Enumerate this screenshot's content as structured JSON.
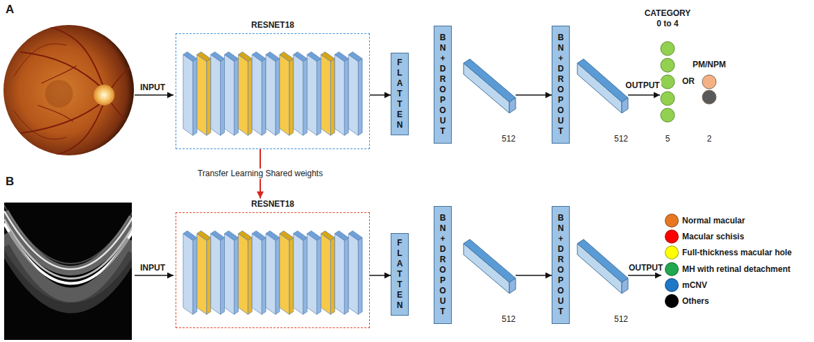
{
  "diagram": {
    "nodes": [
      {
        "text": [
          "RESNET18"
        ]
      },
      {
        "text": [
          "FLATTEN"
        ]
      },
      {
        "text": [
          "BN+DROPOUT"
        ]
      },
      {
        "text": [
          "512"
        ]
      },
      {
        "text": [
          "BN+DROPOUT"
        ]
      },
      {
        "text": [
          "512"
        ]
      },
      {
        "text": [
          "CATEGORY 0 to 4",
          "5"
        ]
      },
      {
        "text": [
          "PM/NPM",
          "2"
        ]
      },
      {
        "text": [
          "RESNET18"
        ]
      },
      {
        "text": [
          "FLATTEN"
        ]
      },
      {
        "text": [
          "BN+DROPOUT"
        ]
      },
      {
        "text": [
          "512"
        ]
      },
      {
        "text": [
          "BN+DROPOUT"
        ]
      },
      {
        "text": [
          "512"
        ]
      }
    ],
    "edges": [
      {
        "from": 0,
        "to": 1,
        "arrow": "to"
      },
      {
        "from": 3,
        "to": 4,
        "arrow": "to"
      },
      {
        "from": 5,
        "to": 6,
        "label": "OUTPUT",
        "arrow": "to"
      },
      {
        "from": 0,
        "to": 8,
        "label": "Transfer Learning Shared weights",
        "arrow": "to"
      },
      {
        "from": 8,
        "to": 9,
        "arrow": "to"
      },
      {
        "from": 11,
        "to": 12,
        "arrow": "to"
      }
    ],
    "labels": [
      "A",
      "INPUT",
      "OR",
      "B",
      "INPUT",
      "OUTPUT"
    ],
    "legend": [
      {
        "text": "Normal macular",
        "color": "#e87722"
      },
      {
        "text": "Macular schisis",
        "color": "#ff0000"
      },
      {
        "text": "Full-thickness macular hole",
        "color": "#ffff00"
      },
      {
        "text": "MH with retinal detachment",
        "color": "#1fa84f"
      },
      {
        "text": "mCNV",
        "color": "#1f77c8"
      },
      {
        "text": "Others",
        "color": "#000000"
      }
    ]
  }
}
